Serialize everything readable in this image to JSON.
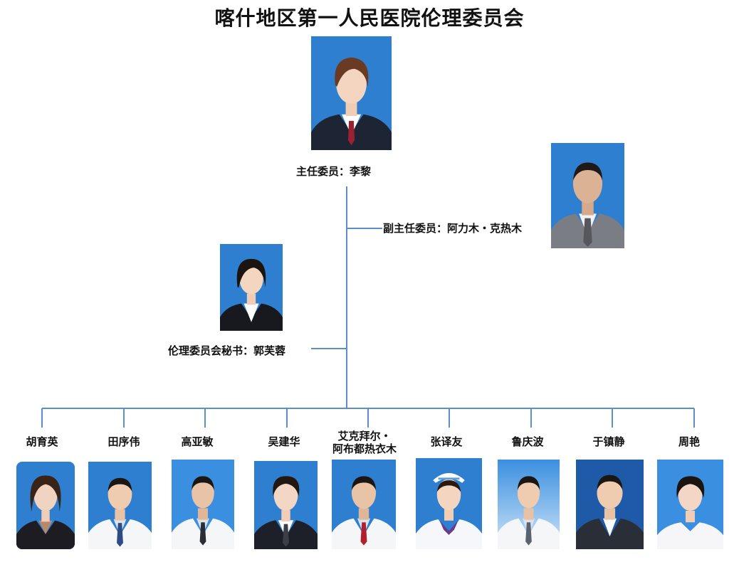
{
  "title": "喀什地区第一人民医院伦理委员会",
  "director": {
    "role": "主任委员",
    "name": "李黎"
  },
  "vice_director": {
    "role": "副主任委员",
    "name": "阿力木・克热木"
  },
  "secretary": {
    "role": "伦理委员会秘书",
    "name": "郭芙蓉"
  },
  "separator": "：",
  "members": [
    {
      "name": "胡育英",
      "portrait": "senior-female-dark-suit"
    },
    {
      "name": "田序伟",
      "portrait": "male-white-coat"
    },
    {
      "name": "高亚敏",
      "portrait": "male-white-coat"
    },
    {
      "name": "吴建华",
      "portrait": "female-dark-suit"
    },
    {
      "name_line1": "艾克拜尔・",
      "name_line2": "阿布都热衣木",
      "portrait": "male-white-coat"
    },
    {
      "name": "张译友",
      "portrait": "nurse-cap"
    },
    {
      "name": "鲁庆波",
      "portrait": "male-white-coat"
    },
    {
      "name": "于镇静",
      "portrait": "male-dark-suit"
    },
    {
      "name": "周艳",
      "portrait": "female-white-top"
    }
  ],
  "colors": {
    "line": "#5b8fc9",
    "photo_bg": "#2f7fd1",
    "photo_bg_light": "#9fc8ee"
  }
}
